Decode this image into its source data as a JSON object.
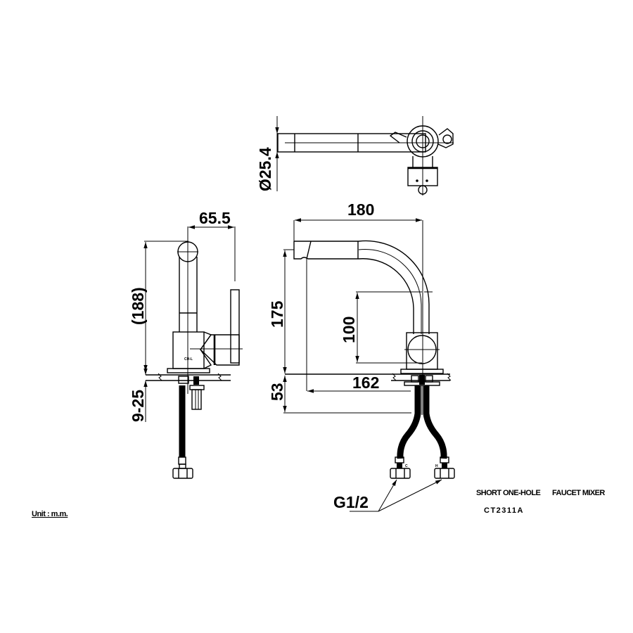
{
  "drawing": {
    "title": "SHORT ONE-HOLE",
    "subtitle": "FAUCET MIXER",
    "model": "CT2311A",
    "unit_label": "Unit : m.m.",
    "views": {
      "top_view": {
        "diameter_label": "Ø25.4"
      },
      "side_view": {
        "width_label": "65.5",
        "height_label": "(188)",
        "deck_thickness_label": "9-25",
        "small_marking": "CH-L"
      },
      "front_view": {
        "reach_label": "180",
        "spout_height_label": "175",
        "handle_height_label": "100",
        "hose_offset_label": "162",
        "shank_label": "53",
        "connection_label": "G1/2",
        "cold_mark": "C",
        "hot_mark": "H"
      }
    }
  }
}
